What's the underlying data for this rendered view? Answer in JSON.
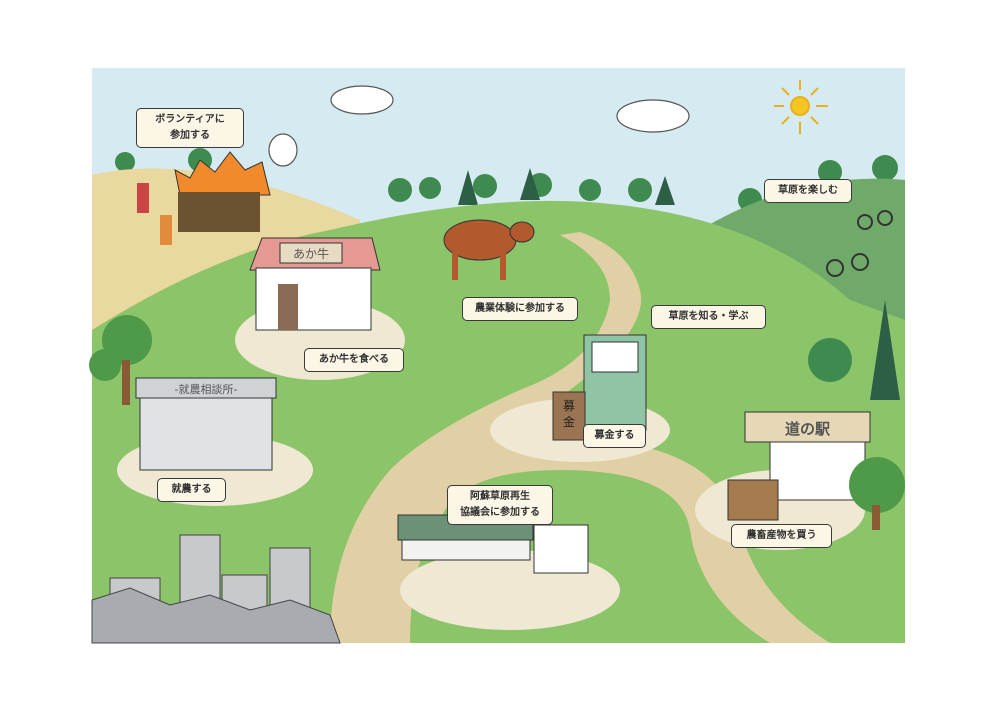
{
  "labels": {
    "volunteer": [
      "ボランティアに",
      "参加する"
    ],
    "eat_akaushi": "あか牛を食べる",
    "farm_experience": "農業体験に参加する",
    "learn_grassland": "草原を知る・学ぶ",
    "enjoy_grassland": "草原を楽しむ",
    "donate": "募金する",
    "buy_produce": "農畜産物を買う",
    "start_farming": "就農する",
    "council": [
      "阿蘇草原再生",
      "協議会に参加する"
    ]
  },
  "signs": {
    "restaurant": "あか牛",
    "consultation": "-就農相談所-",
    "roadside_station": "道の駅",
    "donation_box": [
      "募",
      "金"
    ]
  },
  "colors": {
    "sky": "#d6ebf1",
    "grass": "#8cc46a",
    "dry_grass": "#e9d9a0",
    "path": "#e1d0a6",
    "label_bg": "#fbf6e6"
  }
}
